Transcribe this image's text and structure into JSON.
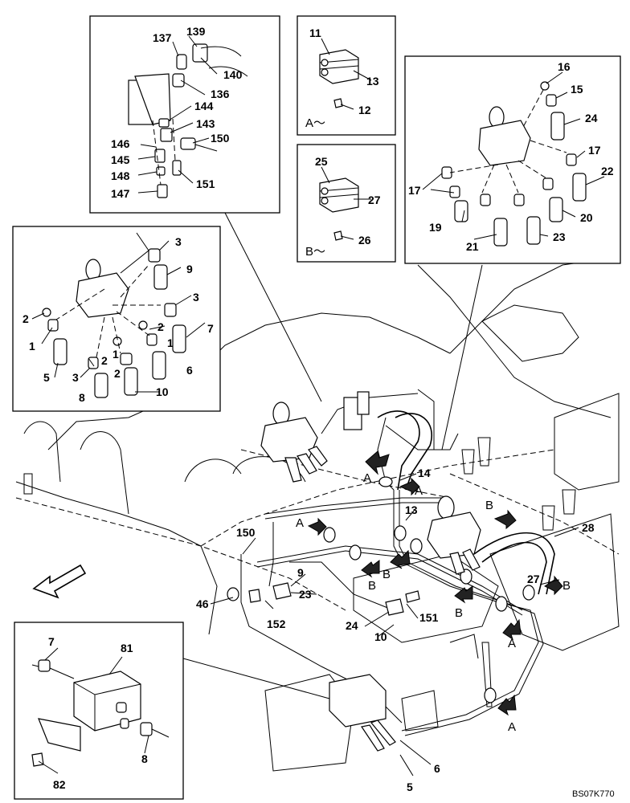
{
  "figure": {
    "code": "BS07K770"
  },
  "theme": {
    "ink": "#000000",
    "background": "#ffffff"
  },
  "callouts": {
    "box_left": [
      "2",
      "2",
      "1",
      "5",
      "3",
      "3",
      "9",
      "3",
      "2",
      "7",
      "1",
      "6",
      "2",
      "1",
      "8",
      "10"
    ],
    "box_top": [
      "137",
      "139",
      "140",
      "136",
      "144",
      "143",
      "146",
      "150",
      "145",
      "148",
      "151",
      "147"
    ],
    "box_a": [
      "11",
      "13",
      "12"
    ],
    "box_b": [
      "25",
      "27",
      "26"
    ],
    "box_right": [
      "16",
      "15",
      "24",
      "17",
      "22",
      "17",
      "19",
      "20",
      "21",
      "23"
    ],
    "box_bottom": [
      "7",
      "81",
      "8",
      "82"
    ],
    "main": [
      "14",
      "13",
      "28",
      "150",
      "9",
      "27",
      "46",
      "23",
      "152",
      "24",
      "151",
      "10",
      "6",
      "5"
    ]
  },
  "view_captions": {
    "a": "A～",
    "b": "B～"
  },
  "arrow_letters": [
    "A",
    "A",
    "A",
    "B",
    "B",
    "B",
    "B",
    "B",
    "A",
    "A"
  ]
}
